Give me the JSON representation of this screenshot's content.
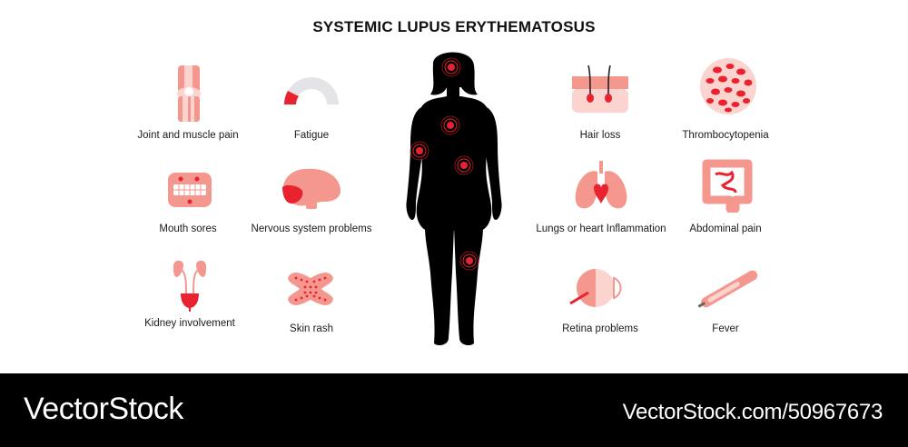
{
  "title": "SYSTEMIC LUPUS ERYTHEMATOSUS",
  "symptoms": {
    "joint": "Joint and muscle pain",
    "fatigue": "Fatigue",
    "mouth": "Mouth sores",
    "nervous": "Nervous system problems",
    "kidney": "Kidney involvement",
    "skin": "Skin rash",
    "hair": "Hair loss",
    "thrombo": "Thrombocytopenia",
    "lungs": "Lungs or heart Inflammation",
    "abdominal": "Abdominal pain",
    "retina": "Retina problems",
    "fever": "Fever"
  },
  "footer": {
    "brand": "VectorStock",
    "url": "VectorStock.com/50967673"
  },
  "colors": {
    "accent_red": "#e8232f",
    "pink": "#f4978e",
    "light_pink": "#fbd4cf",
    "footer_bg": "#000000"
  }
}
